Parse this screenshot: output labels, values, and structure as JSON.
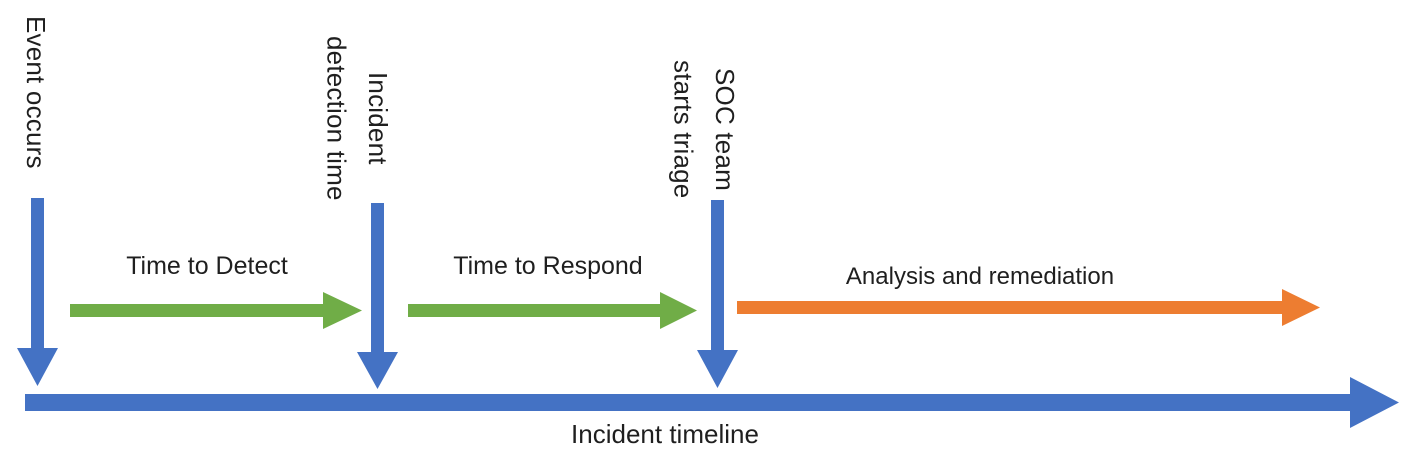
{
  "diagram": {
    "colors": {
      "blue": "#4472C4",
      "green": "#70AD47",
      "orange": "#ED7D31",
      "text": "#1f1f1f",
      "background": "#ffffff"
    },
    "milestones": [
      {
        "label": "Event occurs"
      },
      {
        "label": "Incident\ndetection time"
      },
      {
        "label": "SOC team\nstarts triage"
      }
    ],
    "phases": [
      {
        "label": "Time to Detect",
        "color": "#70AD47"
      },
      {
        "label": "Time to Respond",
        "color": "#70AD47"
      },
      {
        "label": "Analysis and remediation",
        "color": "#ED7D31"
      }
    ],
    "timeline": {
      "label": "Incident timeline",
      "color": "#4472C4"
    }
  }
}
